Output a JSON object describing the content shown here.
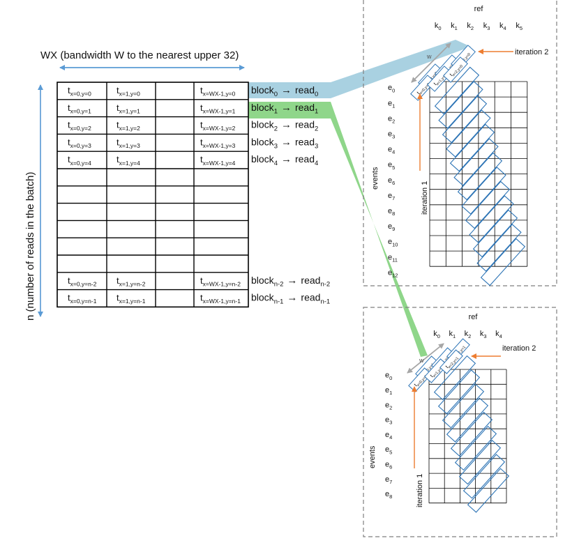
{
  "wx_label": "WX (bandwidth W to the nearest upper 32)",
  "n_label": "n (number of reads in the batch)",
  "table": {
    "rows": [
      {
        "c0": {
          "b": "t",
          "s": "x=0,y=0"
        },
        "c1": {
          "b": "t",
          "s": "x=1,y=0"
        },
        "c3": {
          "b": "t",
          "s": "x=WX-1,y=0"
        },
        "block": {
          "b": "block",
          "s": "0"
        },
        "read": {
          "b": "read",
          "s": "0"
        }
      },
      {
        "c0": {
          "b": "t",
          "s": "x=0,y=1"
        },
        "c1": {
          "b": "t",
          "s": "x=1,y=1"
        },
        "c3": {
          "b": "t",
          "s": "x=WX-1,y=1"
        },
        "block": {
          "b": "block",
          "s": "1"
        },
        "read": {
          "b": "read",
          "s": "1"
        }
      },
      {
        "c0": {
          "b": "t",
          "s": "x=0,y=2"
        },
        "c1": {
          "b": "t",
          "s": "x=1,y=2"
        },
        "c3": {
          "b": "t",
          "s": "x=WX-1,y=2"
        },
        "block": {
          "b": "block",
          "s": "2"
        },
        "read": {
          "b": "read",
          "s": "2"
        }
      },
      {
        "c0": {
          "b": "t",
          "s": "x=0,y=3"
        },
        "c1": {
          "b": "t",
          "s": "x=1,y=3"
        },
        "c3": {
          "b": "t",
          "s": "x=WX-1,y=3"
        },
        "block": {
          "b": "block",
          "s": "3"
        },
        "read": {
          "b": "read",
          "s": "3"
        }
      },
      {
        "c0": {
          "b": "t",
          "s": "x=0,y=4"
        },
        "c1": {
          "b": "t",
          "s": "x=1,y=4"
        },
        "c3": {
          "b": "t",
          "s": "x=WX-1,y=4"
        },
        "block": {
          "b": "block",
          "s": "4"
        },
        "read": {
          "b": "read",
          "s": "4"
        }
      },
      null,
      null,
      null,
      null,
      null,
      null,
      {
        "c0": {
          "b": "t",
          "s": "x=0,y=n-2"
        },
        "c1": {
          "b": "t",
          "s": "x=1,y=n-2"
        },
        "c3": {
          "b": "t",
          "s": "x=WX-1,y=n-2"
        },
        "block": {
          "b": "block",
          "s": "n-2"
        },
        "read": {
          "b": "read",
          "s": "n-2"
        }
      },
      {
        "c0": {
          "b": "t",
          "s": "x=0,y=n-1"
        },
        "c1": {
          "b": "t",
          "s": "x=1,y=n-1"
        },
        "c3": {
          "b": "t",
          "s": "x=WX-1,y=n-1"
        },
        "block": {
          "b": "block",
          "s": "n-1"
        },
        "read": {
          "b": "read",
          "s": "n-1"
        }
      }
    ],
    "arrow_glyph": "→"
  },
  "panels": [
    {
      "ref_label": "ref",
      "events_label": "events",
      "w_label": "w",
      "k": [
        {
          "b": "k",
          "s": "0"
        },
        {
          "b": "k",
          "s": "1"
        },
        {
          "b": "k",
          "s": "2"
        },
        {
          "b": "k",
          "s": "3"
        },
        {
          "b": "k",
          "s": "4"
        },
        {
          "b": "k",
          "s": "5"
        }
      ],
      "e": [
        {
          "b": "e",
          "s": "0"
        },
        {
          "b": "e",
          "s": "1"
        },
        {
          "b": "e",
          "s": "2"
        },
        {
          "b": "e",
          "s": "3"
        },
        {
          "b": "e",
          "s": "4"
        },
        {
          "b": "e",
          "s": "5"
        },
        {
          "b": "e",
          "s": "6"
        },
        {
          "b": "e",
          "s": "7"
        },
        {
          "b": "e",
          "s": "8"
        },
        {
          "b": "e",
          "s": "9"
        },
        {
          "b": "e",
          "s": "10"
        },
        {
          "b": "e",
          "s": "11"
        },
        {
          "b": "e",
          "s": "12"
        }
      ],
      "iter1": "iteration 1",
      "iter2": "iteration 2",
      "thread_labels": [
        {
          "b": "t",
          "s": "x=0,y=0"
        },
        {
          "b": "t",
          "s": "x=1,y=0"
        },
        {
          "b": "t",
          "s": "x=2,y=0"
        },
        {
          "b": "t",
          "s": "x=0,y=0"
        },
        {
          "b": "t",
          "s": "x=1,y=0"
        },
        {
          "b": "t",
          "s": "x=2,y=0"
        }
      ]
    },
    {
      "ref_label": "ref",
      "events_label": "events",
      "w_label": "w",
      "k": [
        {
          "b": "k",
          "s": "0"
        },
        {
          "b": "k",
          "s": "1"
        },
        {
          "b": "k",
          "s": "2"
        },
        {
          "b": "k",
          "s": "3"
        },
        {
          "b": "k",
          "s": "4"
        }
      ],
      "e": [
        {
          "b": "e",
          "s": "0"
        },
        {
          "b": "e",
          "s": "1"
        },
        {
          "b": "e",
          "s": "2"
        },
        {
          "b": "e",
          "s": "3"
        },
        {
          "b": "e",
          "s": "4"
        },
        {
          "b": "e",
          "s": "5"
        },
        {
          "b": "e",
          "s": "6"
        },
        {
          "b": "e",
          "s": "7"
        },
        {
          "b": "e",
          "s": "8"
        }
      ],
      "iter1": "iteration 1",
      "iter2": "iteration 2",
      "thread_labels": [
        {
          "b": "t",
          "s": "x=0,y=1"
        },
        {
          "b": "t",
          "s": "x=1,y=1"
        },
        {
          "b": "t",
          "s": "x=2,y=1"
        },
        {
          "b": "t",
          "s": "x=0,y=1"
        },
        {
          "b": "t",
          "s": "x=1,y=1"
        },
        {
          "b": "t",
          "s": "x=2,y=1"
        }
      ]
    }
  ],
  "colors": {
    "accent_blue": "#5b9bd5",
    "band_blue": "#2e75b6",
    "read0_fill": "#a9d1e1",
    "read1_fill": "#8fd68a",
    "orange": "#ed7d31",
    "gray_arrow": "#a6a6a6",
    "dash": "#7f7f7f"
  }
}
